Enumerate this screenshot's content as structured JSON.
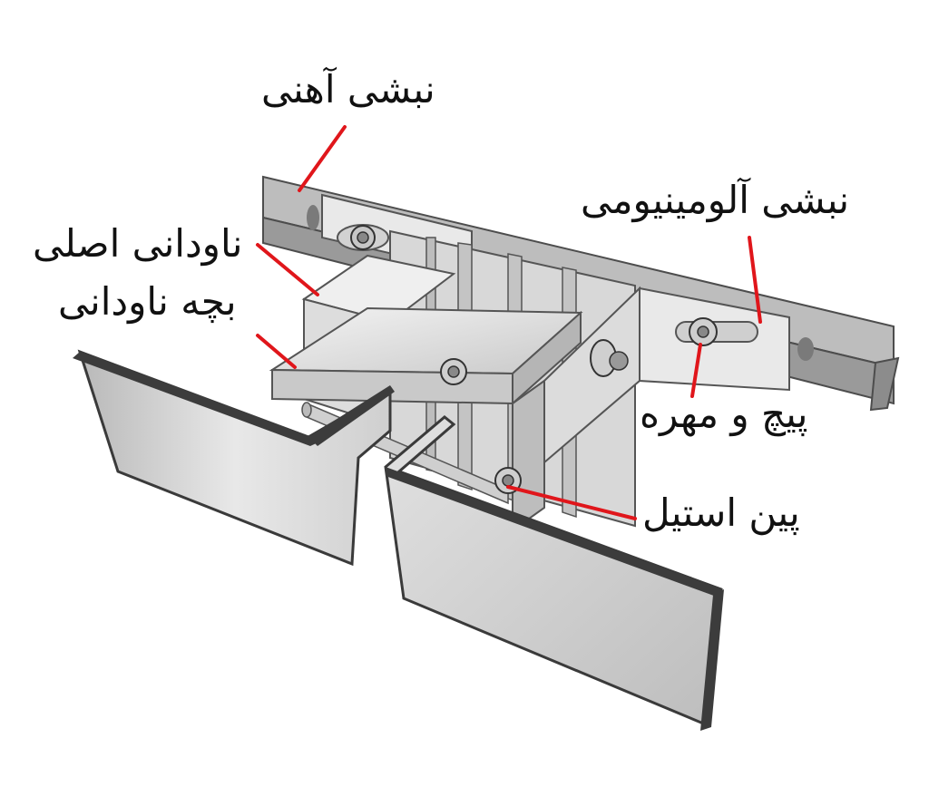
{
  "labels": {
    "iron_angle": "نبشی آهنی",
    "aluminum_angle": "نبشی آلومینیومی",
    "main_channel": "ناودانی اصلی",
    "child_channel": "بچه ناودانی",
    "bolt_nut": "پیچ و مهره",
    "steel_pin": "پین استیل"
  },
  "colors": {
    "leader_line": "#e0161b",
    "metal_light": "#e6e6e6",
    "metal_mid": "#cfcfcf",
    "metal_dark": "#9d9d9d",
    "edge": "#555555"
  }
}
